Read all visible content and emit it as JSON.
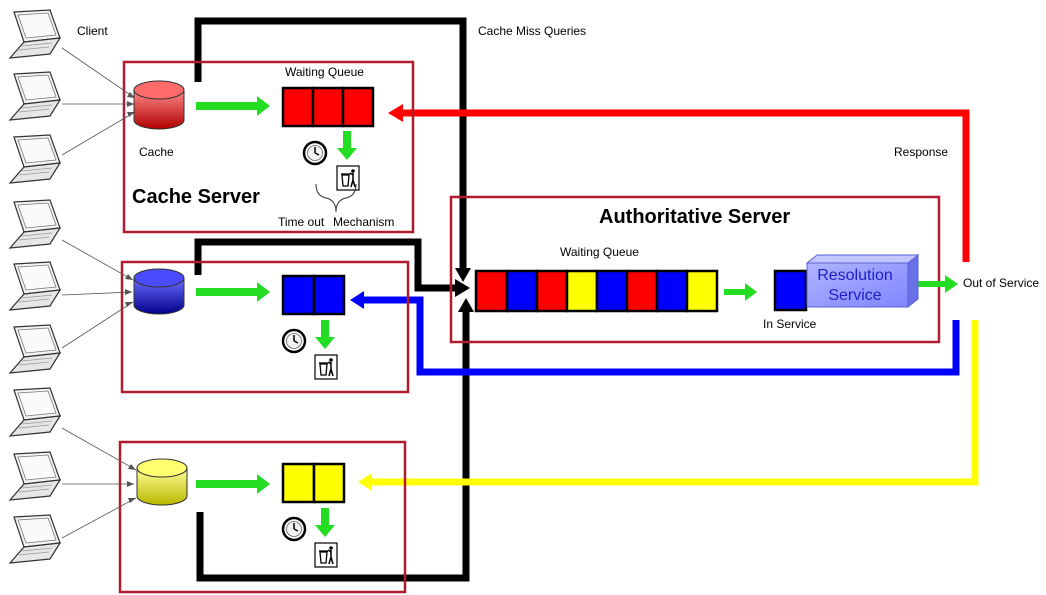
{
  "labels": {
    "client": "Client",
    "cache": "Cache",
    "cache_server": "Cache Server",
    "waiting_queue_top": "Waiting Queue",
    "timeout": "Time out",
    "mechanism": "Mechanism",
    "cache_miss_queries": "Cache Miss Queries",
    "response": "Response",
    "authoritative_server": "Authoritative Server",
    "waiting_queue_auth": "Waiting Queue",
    "resolution_service_line1": "Resolution",
    "resolution_service_line2": "Service",
    "in_service": "In Service",
    "out_of_service": "Out of Service"
  },
  "colors": {
    "frame": "#b01c2e",
    "red": "#ff0000",
    "blue": "#0000ff",
    "yellow": "#ffff00",
    "green": "#22dd22",
    "black": "#000000"
  },
  "icons": [
    "laptop-icon",
    "database-icon",
    "clock-icon",
    "trash-icon"
  ],
  "cache_servers": [
    {
      "name": "red-cache",
      "color": "#ff0000",
      "queue": [
        "red",
        "red",
        "red"
      ]
    },
    {
      "name": "blue-cache",
      "color": "#0000ff",
      "queue": [
        "blue",
        "blue"
      ]
    },
    {
      "name": "yellow-cache",
      "color": "#ffff00",
      "queue": [
        "yellow",
        "yellow"
      ]
    }
  ],
  "authoritative_queue": [
    "red",
    "blue",
    "red",
    "yellow",
    "blue",
    "red",
    "blue",
    "yellow"
  ],
  "in_service_item": "blue"
}
